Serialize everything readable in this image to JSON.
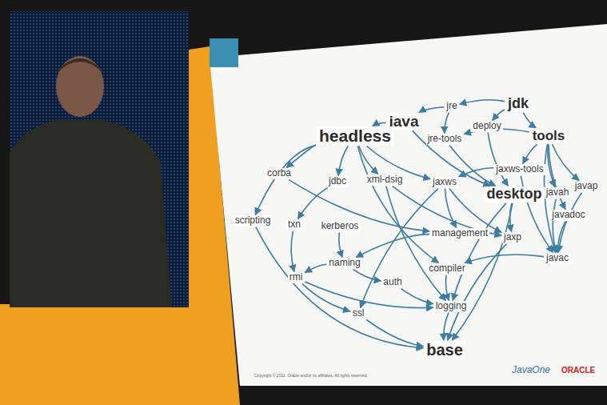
{
  "diagram": {
    "nodes": [
      {
        "text": [
          "jdk"
        ]
      },
      {
        "text": [
          "jre"
        ]
      },
      {
        "text": [
          "java"
        ]
      },
      {
        "text": [
          "deploy"
        ]
      },
      {
        "text": [
          "tools"
        ]
      },
      {
        "text": [
          "headless"
        ]
      },
      {
        "text": [
          "jre-tools"
        ]
      },
      {
        "text": [
          "jaxws-tools"
        ]
      },
      {
        "text": [
          "corba"
        ]
      },
      {
        "text": [
          "jdbc"
        ]
      },
      {
        "text": [
          "xml-dsig"
        ]
      },
      {
        "text": [
          "jaxws"
        ]
      },
      {
        "text": [
          "desktop"
        ]
      },
      {
        "text": [
          "javap"
        ]
      },
      {
        "text": [
          "javah"
        ]
      },
      {
        "text": [
          "scripting"
        ]
      },
      {
        "text": [
          "txn"
        ]
      },
      {
        "text": [
          "kerberos"
        ]
      },
      {
        "text": [
          "javadoc"
        ]
      },
      {
        "text": [
          "management"
        ]
      },
      {
        "text": [
          "jaxp"
        ]
      },
      {
        "text": [
          "javac"
        ]
      },
      {
        "text": [
          "naming"
        ]
      },
      {
        "text": [
          "compiler"
        ]
      },
      {
        "text": [
          "rmi"
        ]
      },
      {
        "text": [
          "auth"
        ]
      },
      {
        "text": [
          "logging"
        ]
      },
      {
        "text": [
          "ssl"
        ]
      },
      {
        "text": [
          "base"
        ]
      }
    ],
    "edges": [
      {
        "from": 0,
        "to": 1,
        "arrow": "to"
      },
      {
        "from": 0,
        "to": 3,
        "arrow": "to"
      },
      {
        "from": 0,
        "to": 4,
        "arrow": "to"
      },
      {
        "from": 1,
        "to": 2,
        "arrow": "to"
      },
      {
        "from": 1,
        "to": 6,
        "arrow": "to"
      },
      {
        "from": 2,
        "to": 5,
        "arrow": "to"
      },
      {
        "from": 2,
        "to": 12,
        "arrow": "to"
      },
      {
        "from": 3,
        "to": 12,
        "arrow": "to"
      },
      {
        "from": 4,
        "to": 6,
        "arrow": "to"
      },
      {
        "from": 4,
        "to": 7,
        "arrow": "to"
      },
      {
        "from": 4,
        "to": 14,
        "arrow": "to"
      },
      {
        "from": 4,
        "to": 13,
        "arrow": "to"
      },
      {
        "from": 4,
        "to": 18,
        "arrow": "to"
      },
      {
        "from": 4,
        "to": 21,
        "arrow": "to"
      },
      {
        "from": 6,
        "to": 12,
        "arrow": "to"
      },
      {
        "from": 5,
        "to": 15,
        "arrow": "to"
      },
      {
        "from": 5,
        "to": 8,
        "arrow": "to"
      },
      {
        "from": 5,
        "to": 9,
        "arrow": "to"
      },
      {
        "from": 5,
        "to": 10,
        "arrow": "to"
      },
      {
        "from": 5,
        "to": 11,
        "arrow": "to"
      },
      {
        "from": 5,
        "to": 23,
        "arrow": "to"
      },
      {
        "from": 7,
        "to": 11,
        "arrow": "to"
      },
      {
        "from": 7,
        "to": 21,
        "arrow": "to"
      },
      {
        "from": 14,
        "to": 21,
        "arrow": "to"
      },
      {
        "from": 13,
        "to": 21,
        "arrow": "to"
      },
      {
        "from": 18,
        "to": 21,
        "arrow": "to"
      },
      {
        "from": 21,
        "to": 23,
        "arrow": "to"
      },
      {
        "from": 8,
        "to": 19,
        "arrow": "to"
      },
      {
        "from": 9,
        "to": 16,
        "arrow": "to"
      },
      {
        "from": 10,
        "to": 26,
        "arrow": "to"
      },
      {
        "from": 10,
        "to": 20,
        "arrow": "to"
      },
      {
        "from": 11,
        "to": 20,
        "arrow": "to"
      },
      {
        "from": 11,
        "to": 27,
        "arrow": "to"
      },
      {
        "from": 11,
        "to": 19,
        "arrow": "to"
      },
      {
        "from": 12,
        "to": 20,
        "arrow": "to"
      },
      {
        "from": 12,
        "to": 26,
        "arrow": "to"
      },
      {
        "from": 12,
        "to": 28,
        "arrow": "to"
      },
      {
        "from": 17,
        "to": 22,
        "arrow": "to"
      },
      {
        "from": 19,
        "to": 22,
        "arrow": "to"
      },
      {
        "from": 16,
        "to": 24,
        "arrow": "to"
      },
      {
        "from": 22,
        "to": 24,
        "arrow": "to"
      },
      {
        "from": 22,
        "to": 25,
        "arrow": "to"
      },
      {
        "from": 24,
        "to": 27,
        "arrow": "to"
      },
      {
        "from": 24,
        "to": 26,
        "arrow": "to"
      },
      {
        "from": 25,
        "to": 26,
        "arrow": "to"
      },
      {
        "from": 27,
        "to": 28,
        "arrow": "to"
      },
      {
        "from": 26,
        "to": 28,
        "arrow": "to"
      },
      {
        "from": 23,
        "to": 26,
        "arrow": "to"
      },
      {
        "from": 20,
        "to": 28,
        "arrow": "to"
      },
      {
        "from": 15,
        "to": 28,
        "arrow": "to"
      }
    ],
    "labels": [
      "JavaOne",
      "ORACLE",
      "Copyright © 2011, Oracle and/or its affiliates. All rights reserved."
    ]
  }
}
